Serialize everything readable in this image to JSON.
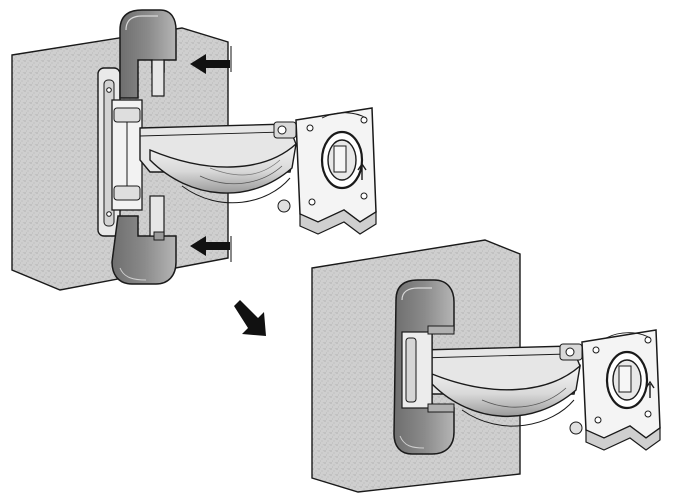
{
  "figure": {
    "steps": [
      {
        "id": "before",
        "description_visible": false
      },
      {
        "id": "after",
        "description_visible": false
      }
    ],
    "arrows": [
      {
        "id": "push-arrow-top",
        "direction": "left"
      },
      {
        "id": "push-arrow-bottom",
        "direction": "left"
      },
      {
        "id": "transition-arrow",
        "direction": "down-right"
      }
    ],
    "colors": {
      "wall": "#cfcfcf",
      "wall_speckle": "#9e9e9e",
      "cover_dark": "#7d7d7d",
      "cover_light": "#bdbdbd",
      "metal": "#ededed",
      "arm_shade": "#a9a9a9",
      "outline": "#1a1a1a"
    }
  }
}
